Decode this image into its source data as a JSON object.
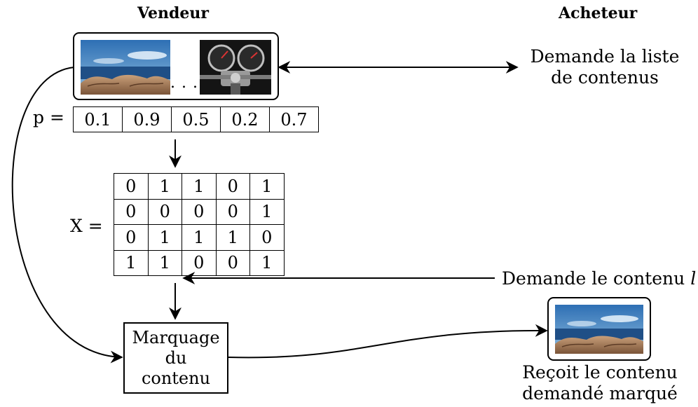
{
  "headers": {
    "seller": "Vendeur",
    "buyer": "Acheteur"
  },
  "seller_box": {
    "ellipsis": ". . ."
  },
  "buyer_actions": {
    "request_list": [
      "Demande la liste",
      "de contenus"
    ],
    "request_content": "Demande le contenu",
    "request_content_var": "l",
    "receive": [
      "Reçoit le contenu",
      "demandé marqué"
    ]
  },
  "p_vector": {
    "label": "p =",
    "values": [
      "0.1",
      "0.9",
      "0.5",
      "0.2",
      "0.7"
    ]
  },
  "x_matrix": {
    "label": "X =",
    "rows": [
      [
        "0",
        "1",
        "1",
        "0",
        "1"
      ],
      [
        "0",
        "0",
        "0",
        "0",
        "1"
      ],
      [
        "0",
        "1",
        "1",
        "1",
        "0"
      ],
      [
        "1",
        "1",
        "0",
        "0",
        "1"
      ]
    ]
  },
  "watermark_box": {
    "lines": [
      "Marquage",
      "du",
      "contenu"
    ]
  }
}
